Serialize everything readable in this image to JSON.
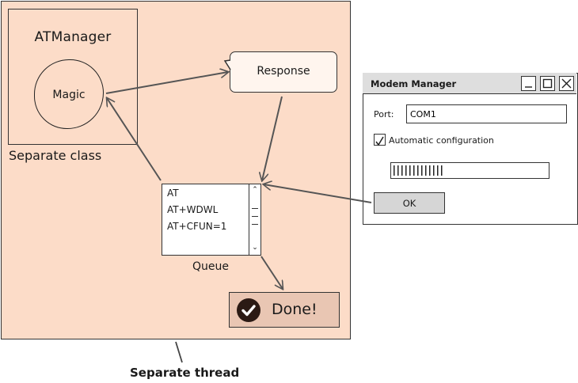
{
  "diagram": {
    "class_title": "ATManager",
    "magic_label": "Magic",
    "class_caption": "Separate class",
    "response_label": "Response",
    "queue": {
      "items": [
        "AT",
        "AT+WDWL",
        "AT+CFUN=1"
      ],
      "label": "Queue"
    },
    "done_label": "Done!",
    "thread_caption": "Separate thread",
    "colors": {
      "thread_fill": "#fcdcc8",
      "done_fill": "#e9c6b3",
      "done_icon": "#2b1a14",
      "stroke": "#333333"
    },
    "icons": {
      "done": "checkmark-circle-icon"
    }
  },
  "modem_window": {
    "title": "Modem Manager",
    "port_label": "Port:",
    "port_value": "COM1",
    "auto_config_label": "Automatic configuration",
    "auto_config_checked": true,
    "progress_fraction": 0.33,
    "ok_label": "OK",
    "window_buttons": [
      "minimize-icon",
      "maximize-icon",
      "close-icon"
    ]
  }
}
